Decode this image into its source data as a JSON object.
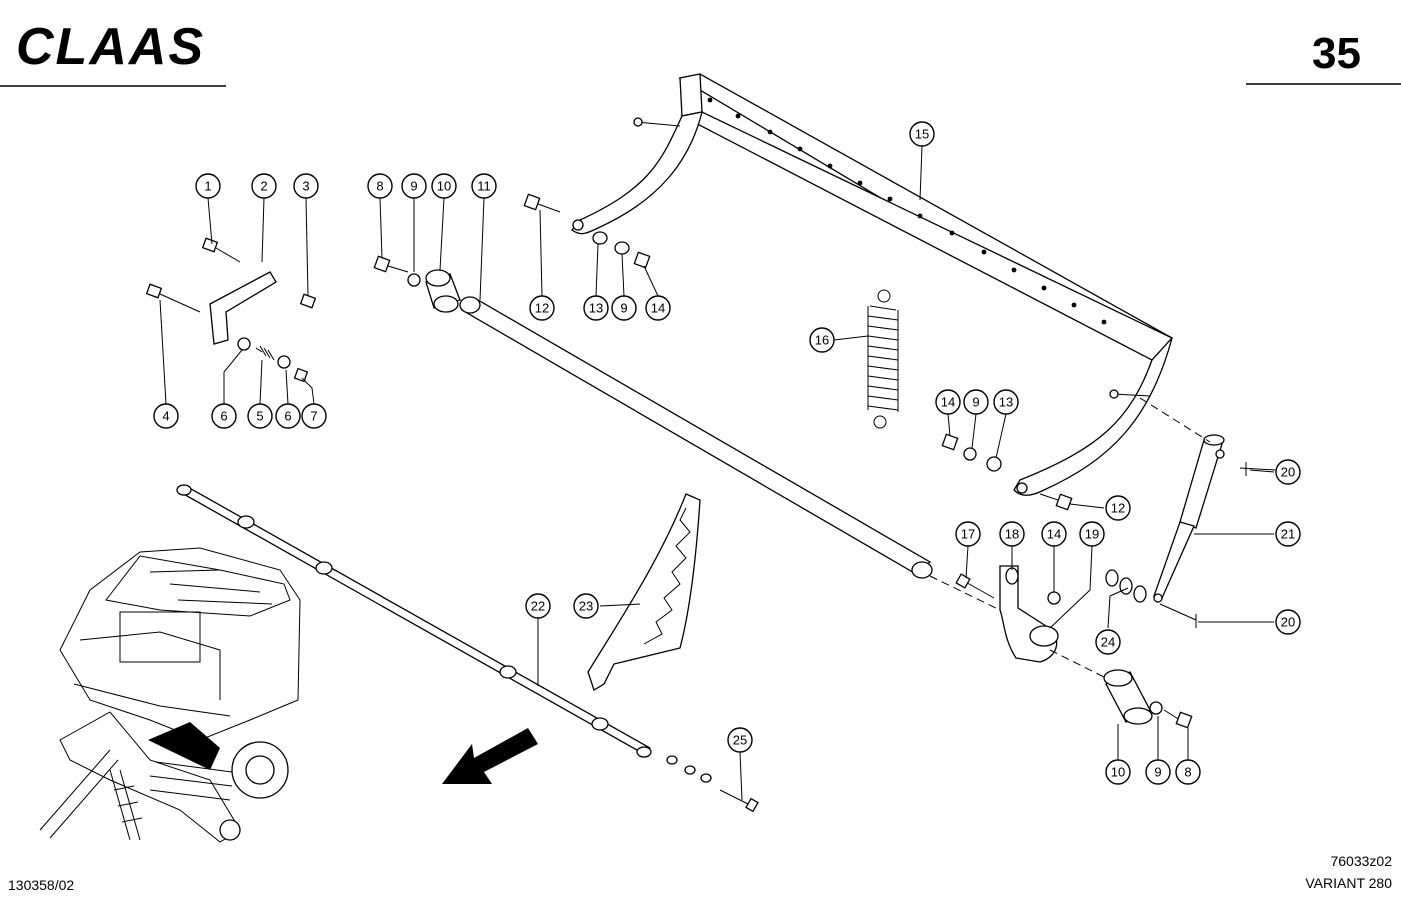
{
  "header": {
    "brand": "CLAAS",
    "page_number": "35"
  },
  "footer": {
    "catalog_ref": "130358/02",
    "drawing_ref": "76033z02",
    "model": "VARIANT 280"
  },
  "callouts": [
    {
      "id": "c1",
      "label": "1"
    },
    {
      "id": "c2",
      "label": "2"
    },
    {
      "id": "c3",
      "label": "3"
    },
    {
      "id": "c4",
      "label": "4"
    },
    {
      "id": "c6a",
      "label": "6"
    },
    {
      "id": "c5",
      "label": "5"
    },
    {
      "id": "c6b",
      "label": "6"
    },
    {
      "id": "c7",
      "label": "7"
    },
    {
      "id": "c8a",
      "label": "8"
    },
    {
      "id": "c9a",
      "label": "9"
    },
    {
      "id": "c10a",
      "label": "10"
    },
    {
      "id": "c11",
      "label": "11"
    },
    {
      "id": "c12a",
      "label": "12"
    },
    {
      "id": "c13a",
      "label": "13"
    },
    {
      "id": "c9b",
      "label": "9"
    },
    {
      "id": "c14a",
      "label": "14"
    },
    {
      "id": "c15",
      "label": "15"
    },
    {
      "id": "c16",
      "label": "16"
    },
    {
      "id": "c14b",
      "label": "14"
    },
    {
      "id": "c9c",
      "label": "9"
    },
    {
      "id": "c13b",
      "label": "13"
    },
    {
      "id": "c12b",
      "label": "12"
    },
    {
      "id": "c20a",
      "label": "20"
    },
    {
      "id": "c21",
      "label": "21"
    },
    {
      "id": "c20b",
      "label": "20"
    },
    {
      "id": "c17",
      "label": "17"
    },
    {
      "id": "c18",
      "label": "18"
    },
    {
      "id": "c14c",
      "label": "14"
    },
    {
      "id": "c19",
      "label": "19"
    },
    {
      "id": "c24",
      "label": "24"
    },
    {
      "id": "c22",
      "label": "22"
    },
    {
      "id": "c23",
      "label": "23"
    },
    {
      "id": "c25",
      "label": "25"
    },
    {
      "id": "c10b",
      "label": "10"
    },
    {
      "id": "c9d",
      "label": "9"
    },
    {
      "id": "c8b",
      "label": "8"
    }
  ]
}
